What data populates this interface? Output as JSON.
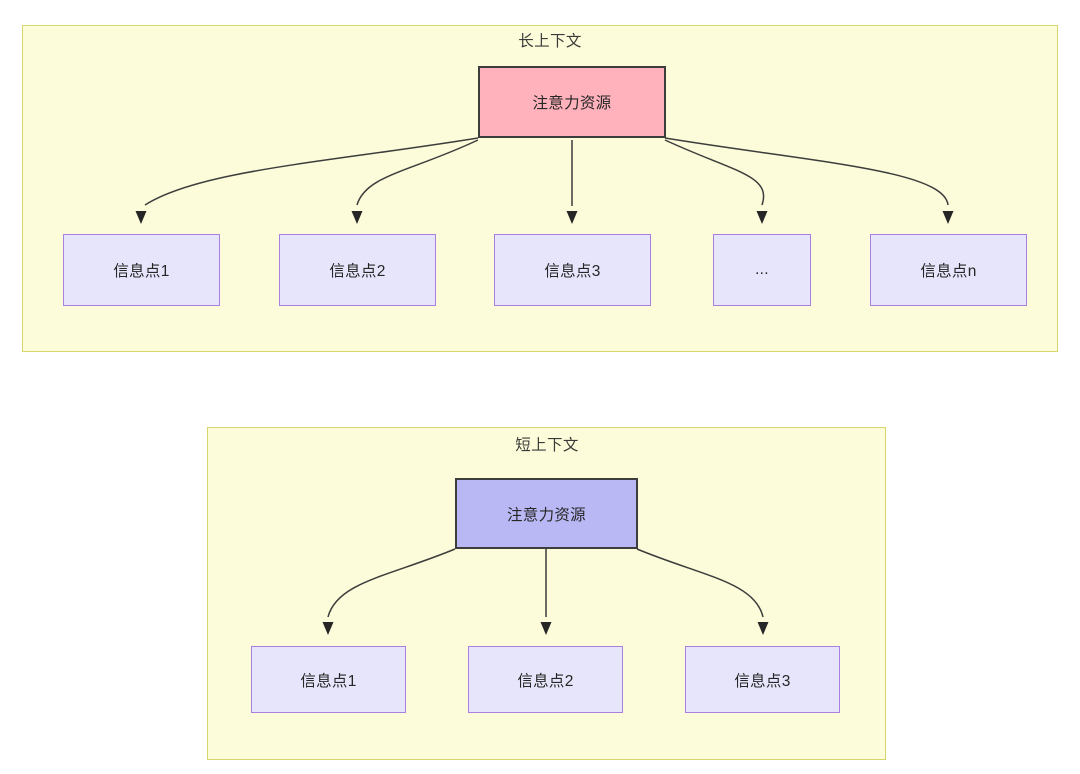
{
  "diagram": {
    "title_semantic": "attention-resource-allocation-long-vs-short-context",
    "colors": {
      "panel_fill": "#fcfcda",
      "panel_border": "#d6d66a",
      "root_long_fill": "#ffb2bc",
      "root_short_fill": "#b9b8f5",
      "root_border": "#3d3d3d",
      "leaf_fill": "#e7e5fb",
      "leaf_border": "#a97fe0",
      "edge_stroke": "#3d3d3d",
      "text": "#262626",
      "background": "#ffffff"
    }
  },
  "panels": [
    {
      "id": "long-context",
      "title": "长上下文",
      "root": {
        "label": "注意力资源",
        "fill": "#ffb2bc"
      },
      "leaves": [
        {
          "label": "信息点1"
        },
        {
          "label": "信息点2"
        },
        {
          "label": "信息点3"
        },
        {
          "label": "..."
        },
        {
          "label": "信息点n"
        }
      ]
    },
    {
      "id": "short-context",
      "title": "短上下文",
      "root": {
        "label": "注意力资源",
        "fill": "#b9b8f5"
      },
      "leaves": [
        {
          "label": "信息点1"
        },
        {
          "label": "信息点2"
        },
        {
          "label": "信息点3"
        }
      ]
    }
  ]
}
